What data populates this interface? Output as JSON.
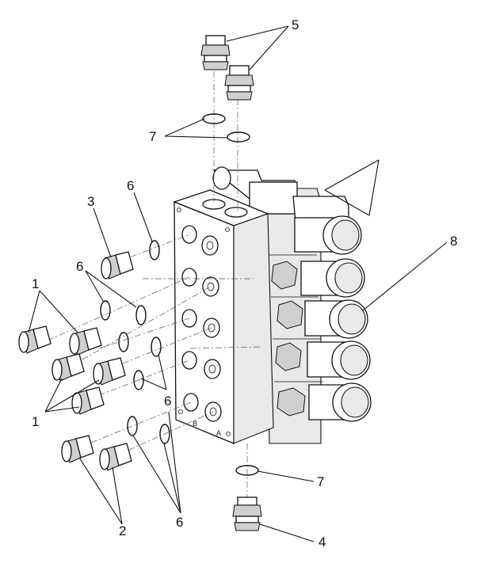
{
  "diagram": {
    "callouts": {
      "c1a": "1",
      "c1b": "1",
      "c2": "2",
      "c3": "3",
      "c4": "4",
      "c5": "5",
      "c6a": "6",
      "c6b": "6",
      "c6c": "6",
      "c6d": "6",
      "c7a": "7",
      "c7b": "7",
      "c8": "8"
    },
    "port_marks": {
      "b": "B",
      "a": "A"
    }
  }
}
